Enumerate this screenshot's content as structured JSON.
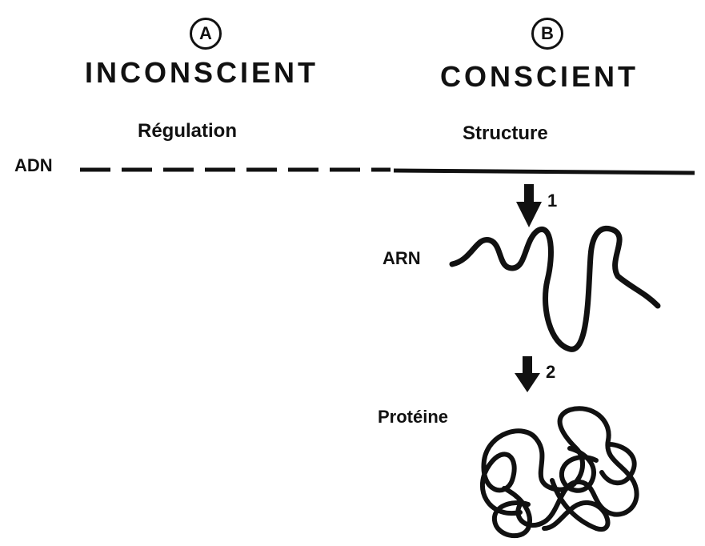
{
  "columns": {
    "a": {
      "marker": "A",
      "title": "INCONSCIENT",
      "subtitle": "Régulation"
    },
    "b": {
      "marker": "B",
      "title": "CONSCIENT",
      "subtitle": "Structure"
    }
  },
  "molecules": {
    "adn": "ADN",
    "arn": "ARN",
    "proteine": "Protéine"
  },
  "steps": {
    "step1": "1",
    "step2": "2"
  }
}
